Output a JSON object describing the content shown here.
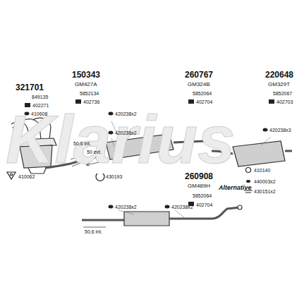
{
  "diagram": {
    "labels": [
      "Klarius",
      "150343",
      "260767",
      "220648",
      "GM427A",
      "GM324B",
      "GM329T",
      "321701",
      "5852134",
      "5852064",
      "5852067",
      "849135",
      "402736",
      "402704",
      "402703",
      "402271",
      "410608",
      "420238x2",
      "420238x2",
      "420238x3",
      "50,6 int.",
      "50 ext.",
      "410140",
      "260908",
      "410062",
      "430193",
      "440003x2",
      "GM489H",
      "Alternative",
      "5852064",
      "430151x2",
      "402704",
      "420238x2",
      "420238x2",
      "50,6 int."
    ]
  }
}
